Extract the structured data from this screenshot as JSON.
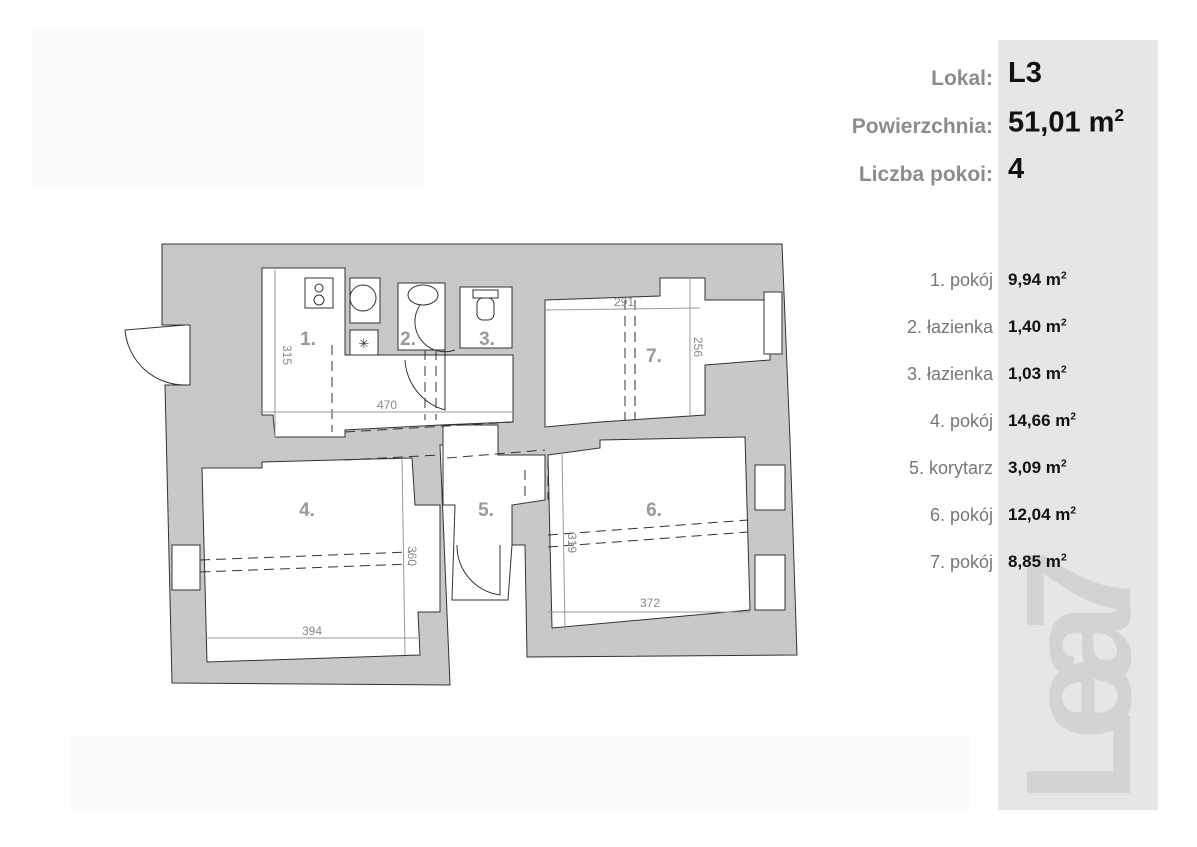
{
  "summary": {
    "lokal_label": "Lokal:",
    "lokal_value": "L3",
    "area_label": "Powierzchnia:",
    "area_value": "51,01 m",
    "area_unit_sup": "2",
    "rooms_label": "Liczba pokoi:",
    "rooms_value": "4"
  },
  "rooms": [
    {
      "label": "1. pokój",
      "area": "9,94 m",
      "sup": "2"
    },
    {
      "label": "2. łazienka",
      "area": "1,40 m",
      "sup": "2"
    },
    {
      "label": "3. łazienka",
      "area": "1,03 m",
      "sup": "2"
    },
    {
      "label": "4. pokój",
      "area": "14,66 m",
      "sup": "2"
    },
    {
      "label": "5. korytarz",
      "area": "3,09 m",
      "sup": "2"
    },
    {
      "label": "6. pokój",
      "area": "12,04 m",
      "sup": "2"
    },
    {
      "label": "7. pokój",
      "area": "8,85 m",
      "sup": "2"
    }
  ],
  "plan": {
    "room_numbers": [
      "1.",
      "2.",
      "3.",
      "4.",
      "5.",
      "6.",
      "7."
    ],
    "dimensions": {
      "d315": "315",
      "d470": "470",
      "d291": "291",
      "d256": "256",
      "d360": "360",
      "d394": "394",
      "d319": "319",
      "d372": "372"
    }
  },
  "watermark": "Lea7",
  "colors": {
    "wall": "#c8c8c8",
    "panel": "#e6e6e6"
  }
}
